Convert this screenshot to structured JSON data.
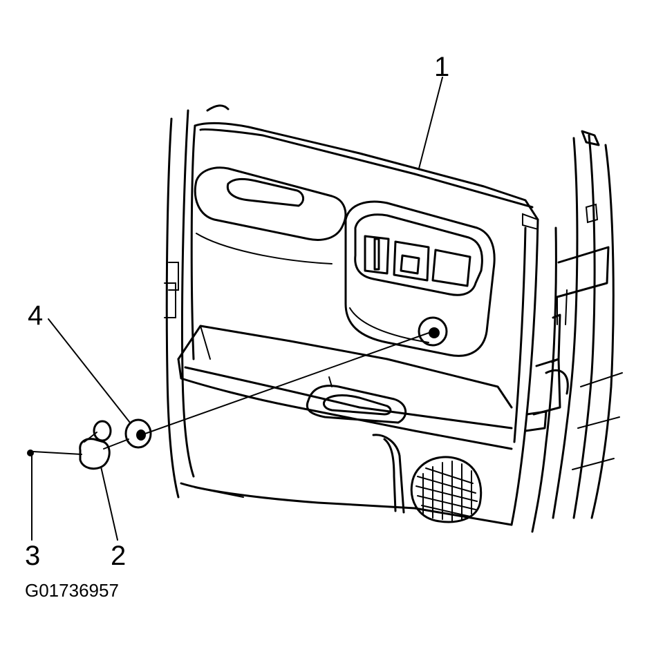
{
  "callouts": [
    {
      "id": "1",
      "label": "1"
    },
    {
      "id": "2",
      "label": "2"
    },
    {
      "id": "3",
      "label": "3"
    },
    {
      "id": "4",
      "label": "4"
    }
  ],
  "figure_id": "G01736957",
  "colors": {
    "line": "#000000",
    "background": "#ffffff"
  }
}
